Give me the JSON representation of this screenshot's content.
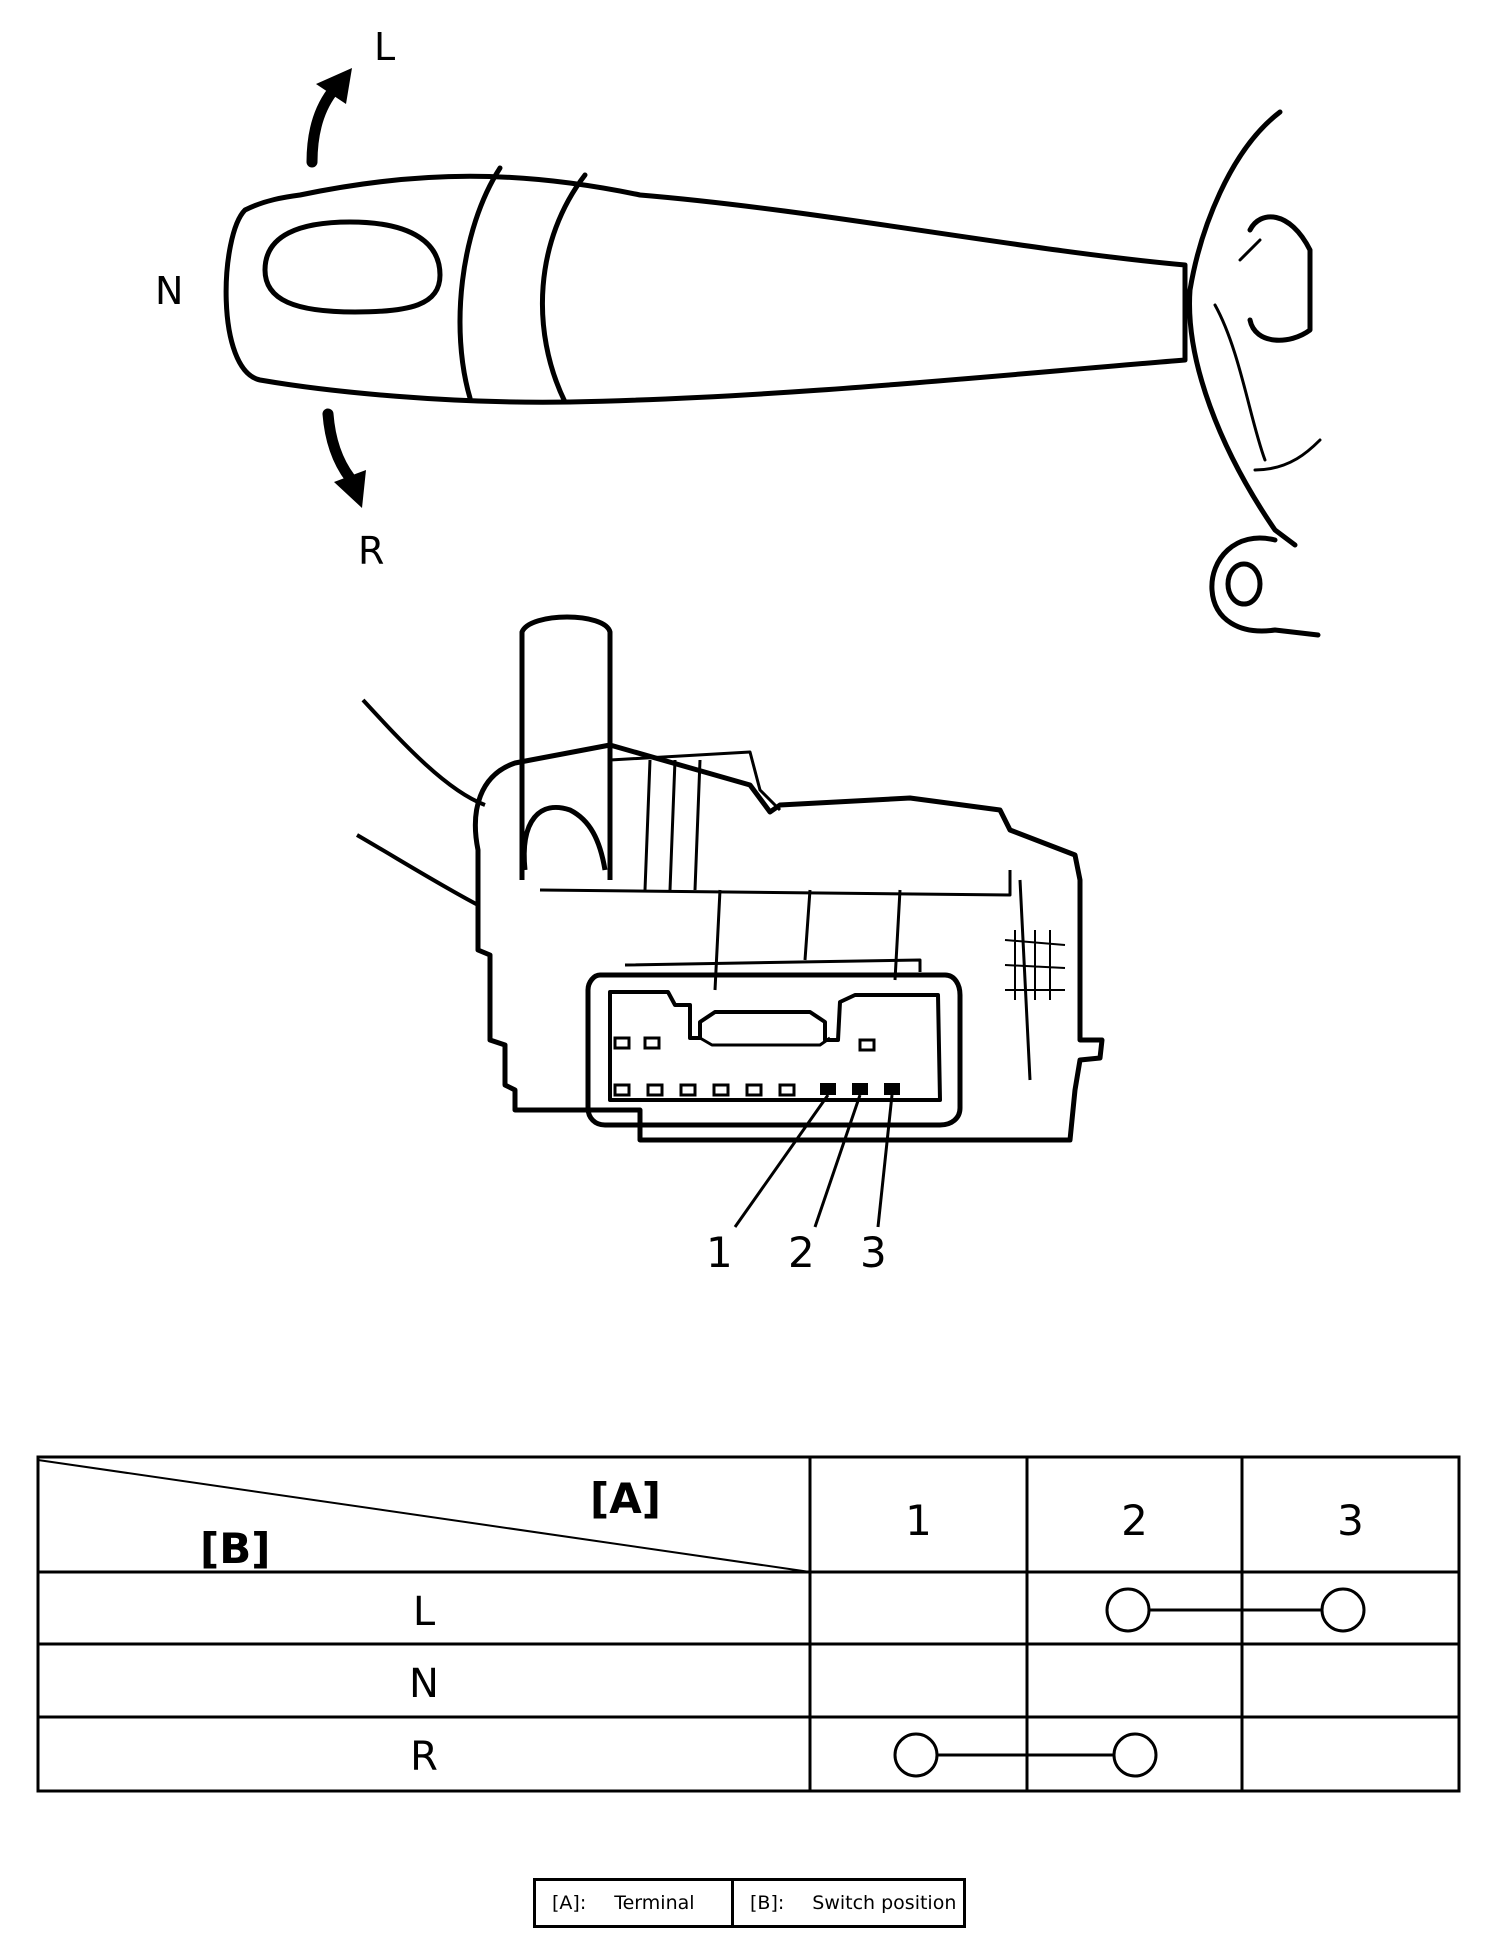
{
  "lever": {
    "positions": {
      "left": "L",
      "neutral": "N",
      "right": "R"
    }
  },
  "connector": {
    "pins": [
      "1",
      "2",
      "3"
    ]
  },
  "table": {
    "header_a": "[A]",
    "header_b": "[B]",
    "terminals": [
      "1",
      "2",
      "3"
    ],
    "rows": [
      {
        "position": "L",
        "connected_terminals": [
          "2",
          "3"
        ]
      },
      {
        "position": "N",
        "connected_terminals": []
      },
      {
        "position": "R",
        "connected_terminals": [
          "1",
          "2"
        ]
      }
    ]
  },
  "legend": {
    "a_key": "[A]:",
    "a_value": "Terminal",
    "b_key": "[B]:",
    "b_value": "Switch position"
  }
}
